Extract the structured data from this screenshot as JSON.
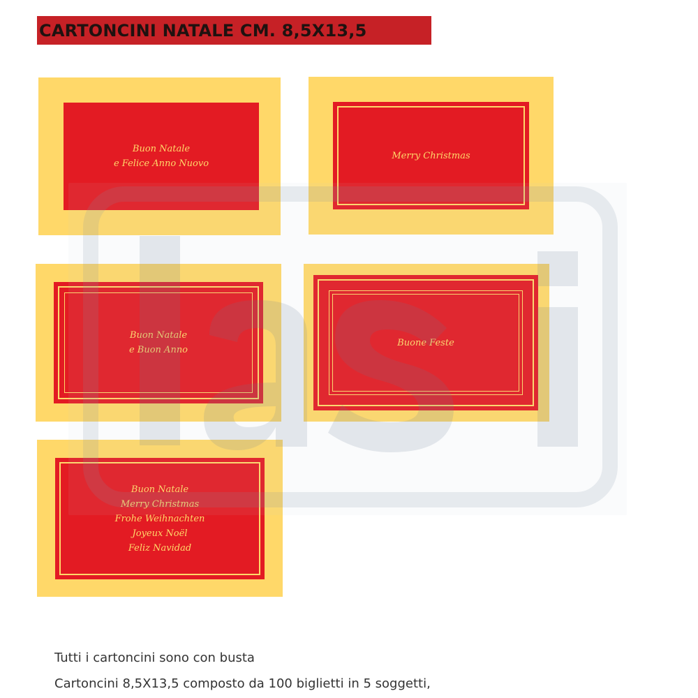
{
  "document": {
    "title": "CARTONCINI NATALE CM. 8,5X13,5",
    "colors": {
      "title_bar": "#c62126",
      "card_gold": "#ffd869",
      "card_red": "#e31b23",
      "text_gold": "#ffd869"
    },
    "cards": [
      {
        "lines": [
          "Buon Natale",
          "e Felice Anno Nuovo"
        ]
      },
      {
        "lines": [
          "Merry Christmas"
        ]
      },
      {
        "lines": [
          "Buon Natale",
          "e Buon Anno"
        ]
      },
      {
        "lines": [
          "Buone Feste"
        ]
      },
      {
        "lines": [
          "Buon Natale",
          "Merry Christmas",
          "Frohe Weihnachten",
          "Joyeux Noël",
          "Feliz Navidad"
        ]
      }
    ],
    "description": [
      "Tutti i cartoncini sono con busta",
      "Cartoncini 8,5X13,5 composto da 100 biglietti in 5 soggetti,"
    ],
    "watermark": {
      "icon": "lasi-logo-watermark",
      "text": "lasi"
    }
  }
}
